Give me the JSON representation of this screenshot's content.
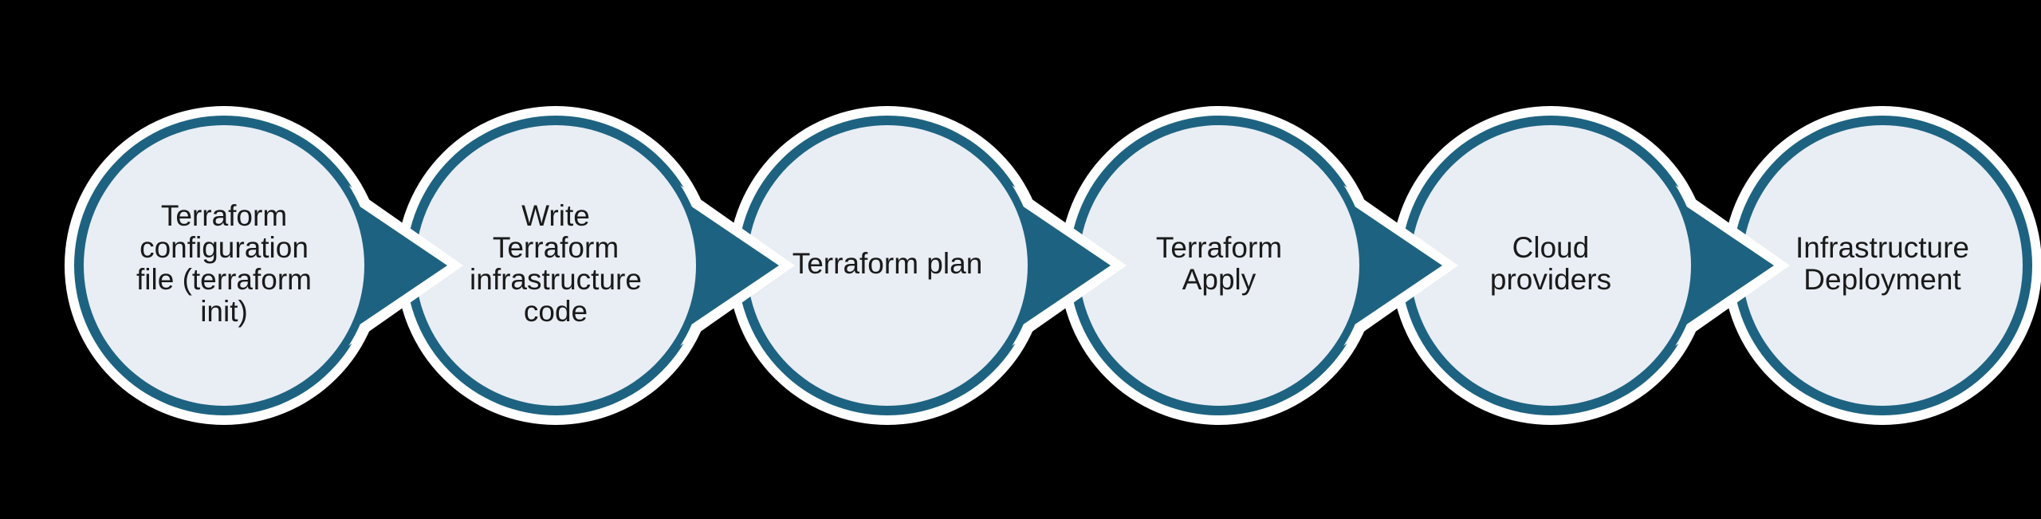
{
  "diagram": {
    "type": "process-flow",
    "background": "#000000",
    "colors": {
      "teal": "#1d6381",
      "circle_fill": "#e9edf4",
      "halo": "#ffffff",
      "text": "#1a1a1a"
    },
    "steps": [
      {
        "label": "Terraform\nconfiguration\nfile (terraform\ninit)"
      },
      {
        "label": "Write\nTerraform\ninfrastructure\ncode"
      },
      {
        "label": "Terraform plan"
      },
      {
        "label": "Terraform\nApply"
      },
      {
        "label": "Cloud\nproviders"
      },
      {
        "label": "Infrastructure\nDeployment"
      }
    ]
  }
}
